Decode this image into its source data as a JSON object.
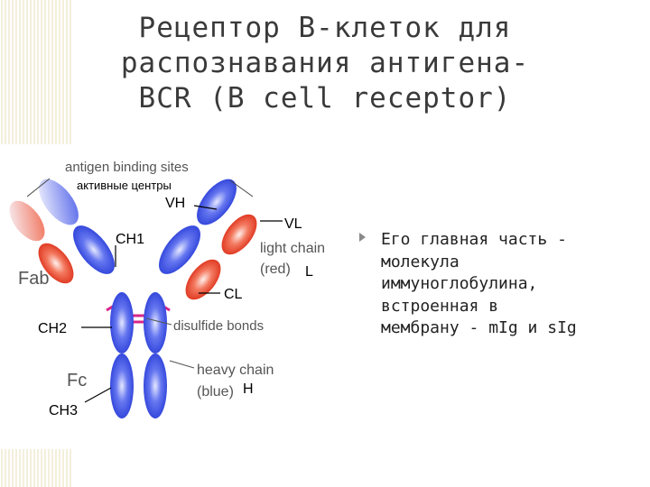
{
  "title": {
    "line1": "Рецептор В-клеток для",
    "line2": "распознавания антигена-",
    "line3": "BCR (B cell receptor)"
  },
  "diagram": {
    "antigen_binding_sites": "antigen binding sites",
    "active_centers": "активные центры",
    "vh": "VH",
    "vl": "VL",
    "ch1": "CH1",
    "light_chain": "light chain",
    "light_chain_color": "(red)",
    "l": "L",
    "fab": "Fab",
    "cl": "CL",
    "ch2": "CH2",
    "disulfide_bonds": "disulfide bonds",
    "heavy_chain": "heavy chain",
    "heavy_chain_color": "(blue)",
    "h": "H",
    "fc": "Fc",
    "ch3": "CH3"
  },
  "bullet": {
    "line1": "Его главная часть -",
    "line2": "молекула",
    "line3": "иммуноглобулина,",
    "line4": "встроенная в",
    "line5": "мембрану - mIg  и sIg"
  },
  "colors": {
    "heavy_chain": "#3a4fe0",
    "light_chain": "#e8412a",
    "disulfide": "#d8258a",
    "deco_lines": "#e6dcb2"
  }
}
